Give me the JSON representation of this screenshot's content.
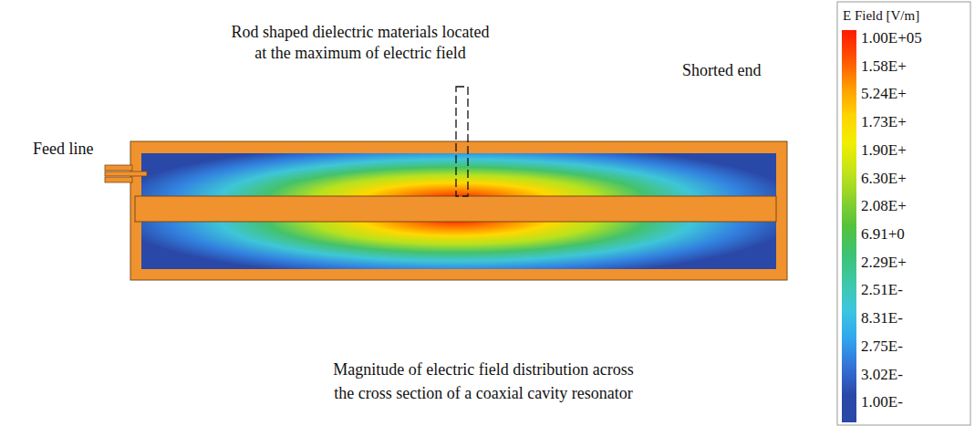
{
  "diagram": {
    "caption": "Magnitude of electric field distribution across the cross section of a coaxial cavity resonator",
    "labels": [
      "Rod shaped dielectric materials located at the maximum of electric field",
      "Feed line",
      "Shorted end",
      "E Field [V/m]"
    ],
    "legend": [
      {
        "text": "1.00E+05",
        "color": "#ff1a00"
      },
      {
        "text": "1.58E+",
        "color": "#ff5200"
      },
      {
        "text": "5.24E+",
        "color": "#ff9800"
      },
      {
        "text": "1.73E+",
        "color": "#ffd200"
      },
      {
        "text": "1.90E+",
        "color": "#f2ee00"
      },
      {
        "text": "6.30E+",
        "color": "#c4e41a"
      },
      {
        "text": "2.08E+",
        "color": "#8ed22a"
      },
      {
        "text": "6.91+0",
        "color": "#54c23c"
      },
      {
        "text": "2.29E+",
        "color": "#3cc274"
      },
      {
        "text": "2.51E-",
        "color": "#3ec8a8"
      },
      {
        "text": "8.31E-",
        "color": "#3cc6e0"
      },
      {
        "text": "2.75E-",
        "color": "#30a6ee"
      },
      {
        "text": "3.02E-",
        "color": "#3472d6"
      },
      {
        "text": "1.00E-",
        "color": "#2a48a8"
      }
    ]
  }
}
